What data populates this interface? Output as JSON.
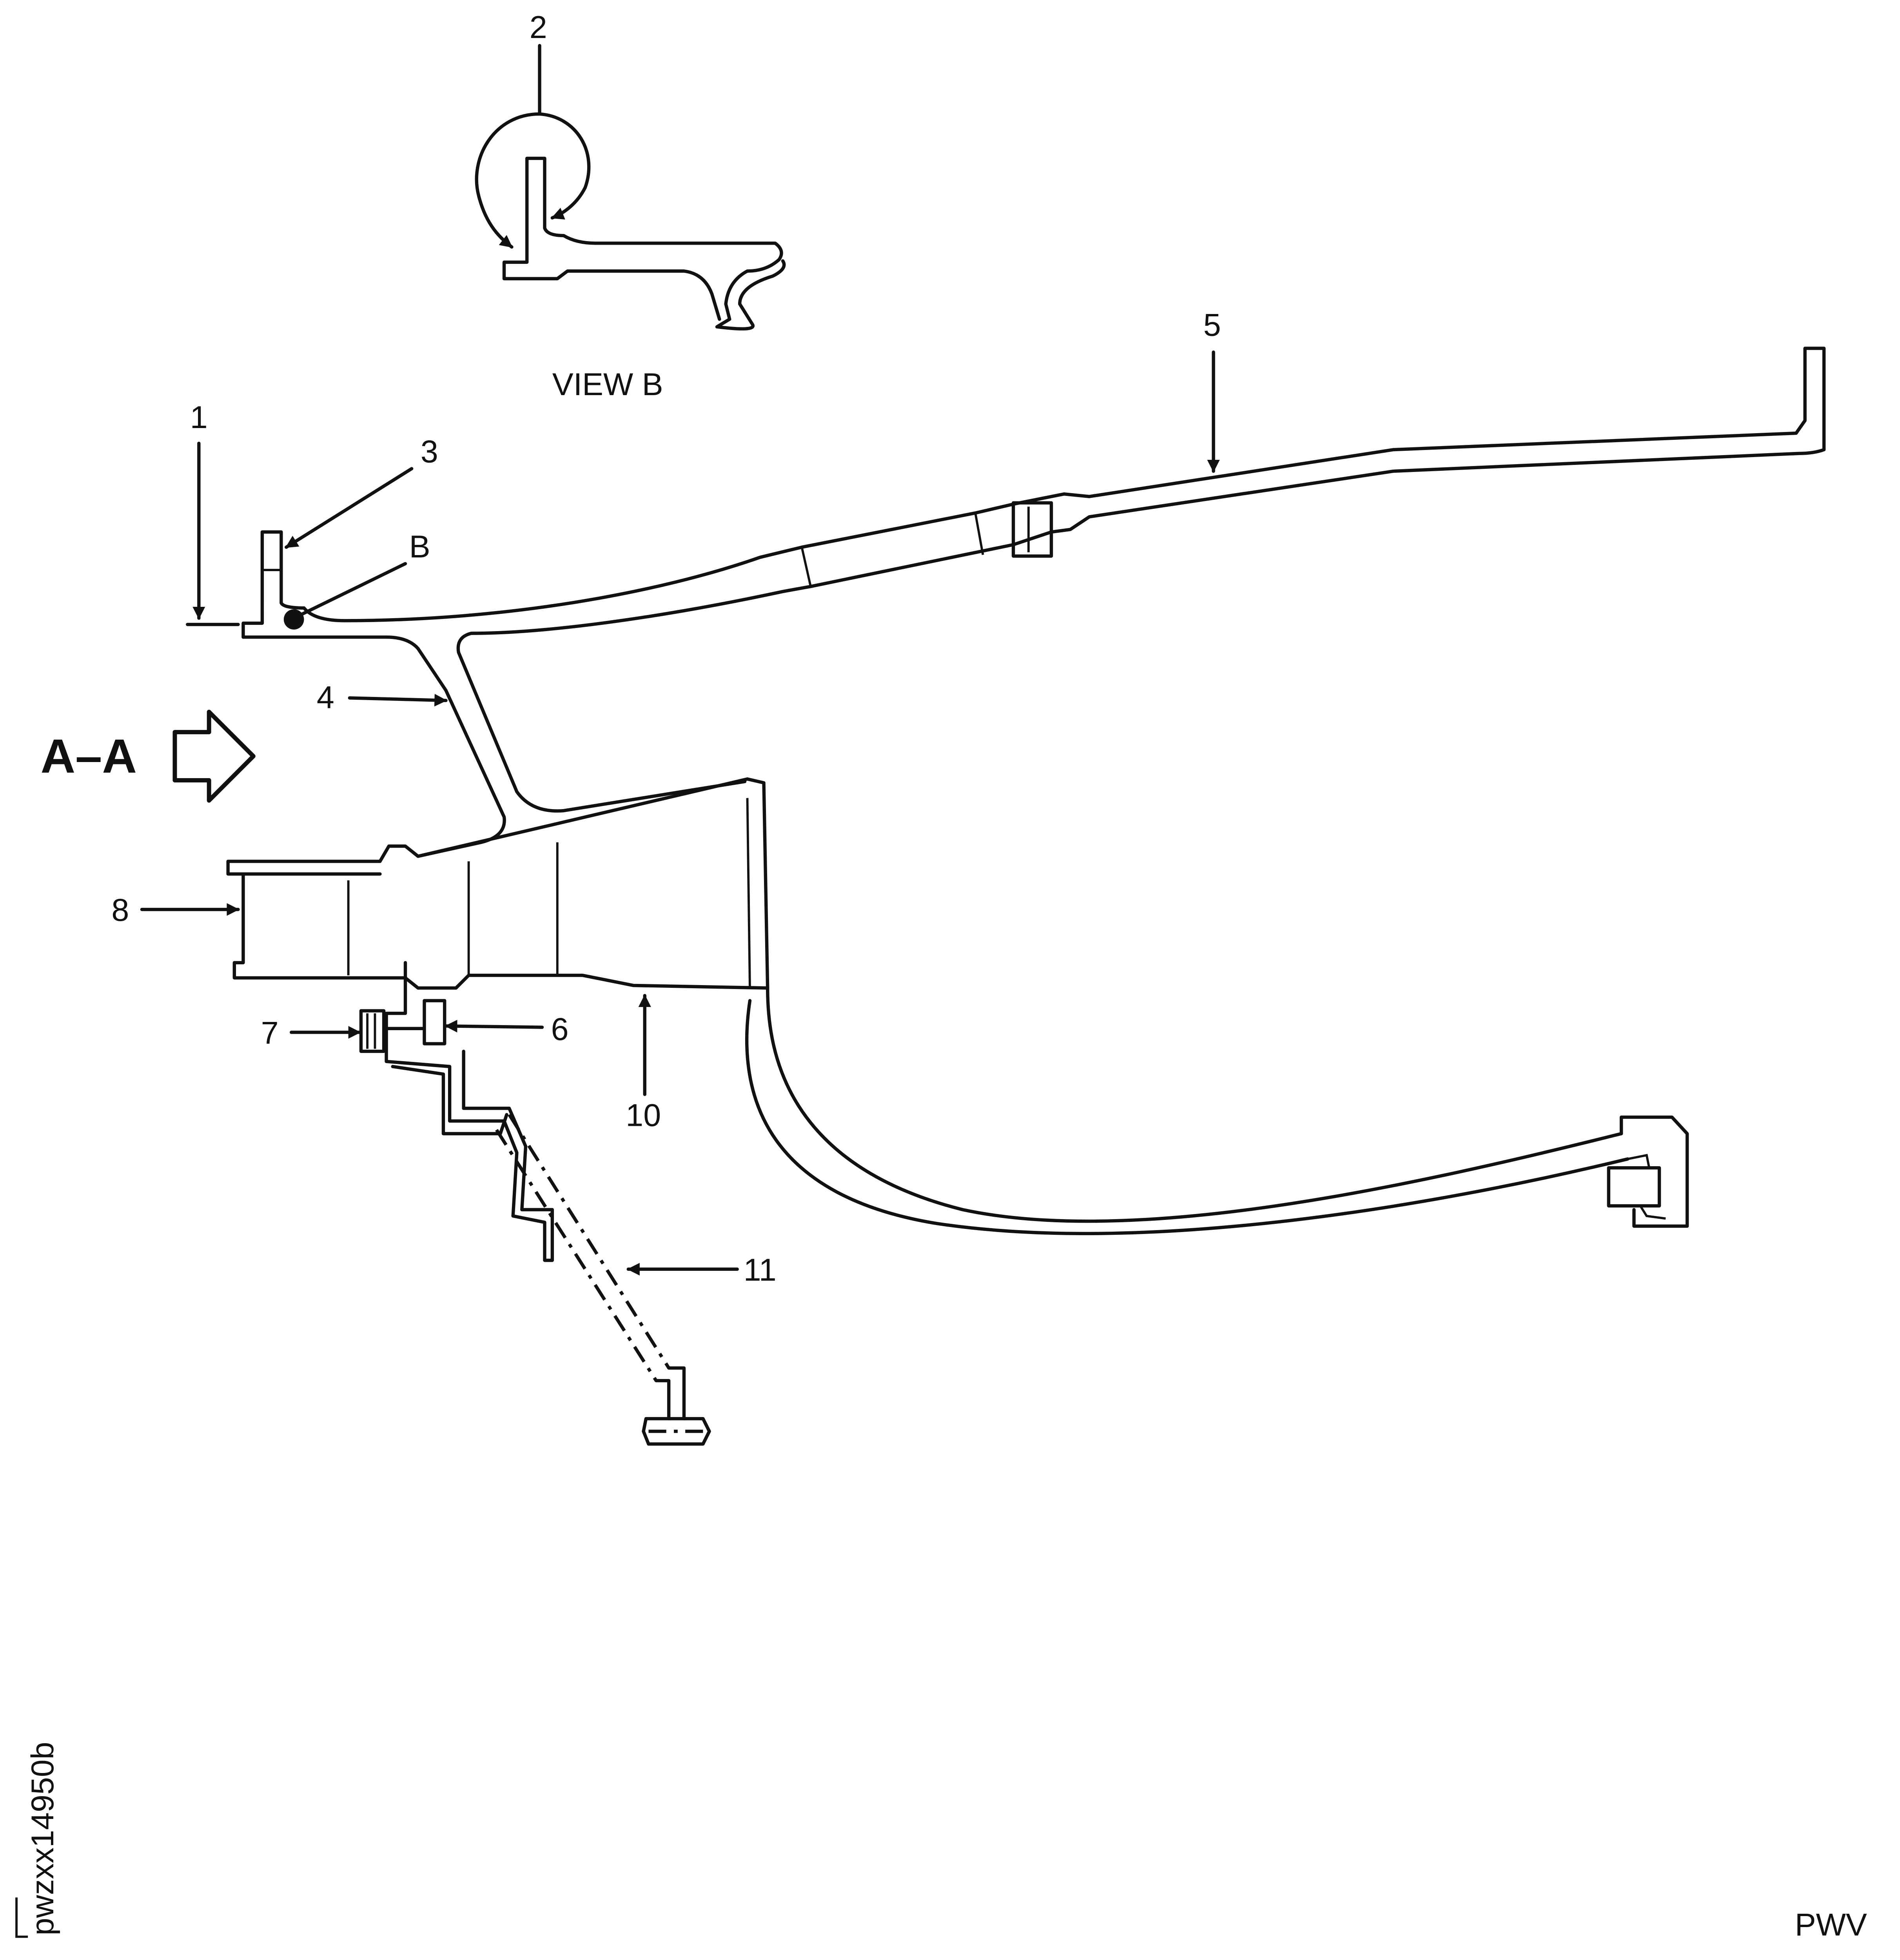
{
  "callouts": {
    "c1": "1",
    "c2": "2",
    "c3": "3",
    "c4": "4",
    "c5": "5",
    "c6": "6",
    "c7": "7",
    "c8": "8",
    "c10": "10",
    "c11": "11",
    "cB": "B"
  },
  "view_label": "VIEW B",
  "section_label": "A–A",
  "drawing_id": "pwzxx14950b",
  "footer_code": "PWV",
  "colors": {
    "ink": "#111111",
    "background": "#ffffff"
  }
}
